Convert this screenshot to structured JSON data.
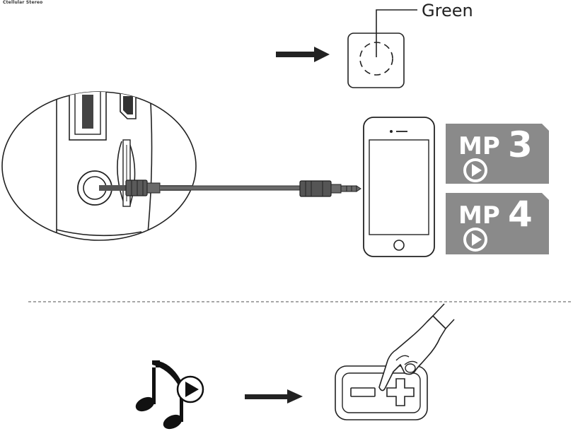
{
  "labels": {
    "top_left_caption": "Ctellular Stereo",
    "led_color": "Green"
  },
  "badges": [
    {
      "prefix": "MP",
      "number": "3"
    },
    {
      "prefix": "MP",
      "number": "4"
    }
  ],
  "colors": {
    "line": "#222222",
    "badge_fill": "#8a8a8a",
    "badge_text": "#ffffff",
    "cable": "#6a6a6a",
    "plug": "#505050",
    "divider": "#8a8a8a"
  },
  "icons": {
    "arrow": "right-arrow-icon",
    "led": "led-indicator-icon",
    "music": "music-note-play-icon",
    "finger": "hand-pressing-icon",
    "volume": "volume-buttons-icon"
  }
}
